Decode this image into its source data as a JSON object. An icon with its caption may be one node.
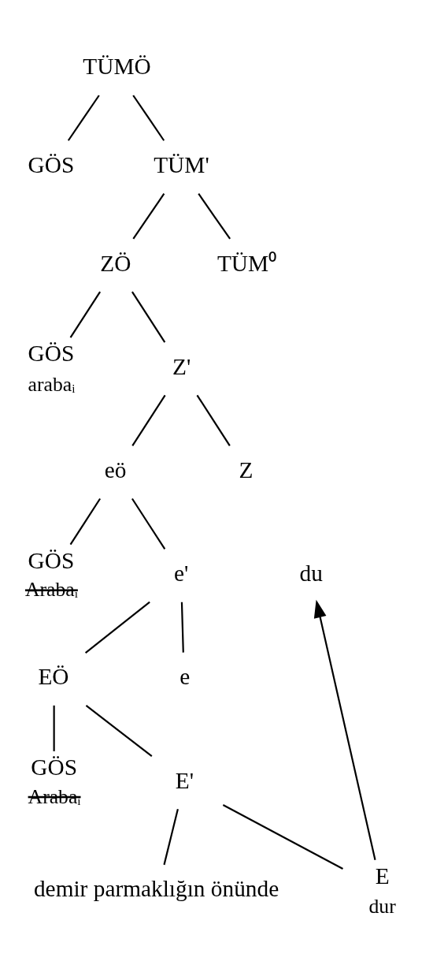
{
  "diagram": {
    "nodes": [
      {
        "text": [
          "TÜMÖ"
        ]
      },
      {
        "text": [
          "GÖS"
        ]
      },
      {
        "text": [
          "TÜM'"
        ]
      },
      {
        "text": [
          "ZÖ"
        ]
      },
      {
        "text": [
          "TÜM⁰"
        ]
      },
      {
        "text": [
          "GÖS"
        ],
        "beside": [
          "arabaᵢ"
        ]
      },
      {
        "text": [
          "Z'"
        ]
      },
      {
        "text": [
          "eö"
        ]
      },
      {
        "text": [
          "Z"
        ]
      },
      {
        "text": [
          "du"
        ]
      },
      {
        "text": [
          "GÖS"
        ],
        "beside": [
          "Arabaᵢ"
        ]
      },
      {
        "text": [
          "e'"
        ]
      },
      {
        "text": [
          "EÖ"
        ]
      },
      {
        "text": [
          "e"
        ]
      },
      {
        "text": [
          "GÖS"
        ],
        "beside": [
          "Arabaᵢ"
        ]
      },
      {
        "text": [
          "E'"
        ]
      },
      {
        "text": [
          "demir parmaklığın önünde"
        ]
      },
      {
        "text": [
          "E"
        ],
        "beside": [
          "dur"
        ]
      }
    ],
    "edges": [
      {
        "from": 0,
        "to": 1,
        "arrow": "none"
      },
      {
        "from": 0,
        "to": 2,
        "arrow": "none"
      },
      {
        "from": 2,
        "to": 3,
        "arrow": "none"
      },
      {
        "from": 2,
        "to": 4,
        "arrow": "none"
      },
      {
        "from": 3,
        "to": 5,
        "arrow": "none"
      },
      {
        "from": 3,
        "to": 6,
        "arrow": "none"
      },
      {
        "from": 6,
        "to": 7,
        "arrow": "none"
      },
      {
        "from": 6,
        "to": 8,
        "arrow": "none"
      },
      {
        "from": 7,
        "to": 10,
        "arrow": "none"
      },
      {
        "from": 7,
        "to": 11,
        "arrow": "none"
      },
      {
        "from": 11,
        "to": 12,
        "arrow": "none"
      },
      {
        "from": 11,
        "to": 13,
        "arrow": "none"
      },
      {
        "from": 12,
        "to": 14,
        "arrow": "none"
      },
      {
        "from": 12,
        "to": 15,
        "arrow": "none"
      },
      {
        "from": 15,
        "to": 16,
        "arrow": "none"
      },
      {
        "from": 15,
        "to": 17,
        "arrow": "none"
      },
      {
        "from": 17,
        "to": 9,
        "arrow": "to"
      }
    ]
  }
}
